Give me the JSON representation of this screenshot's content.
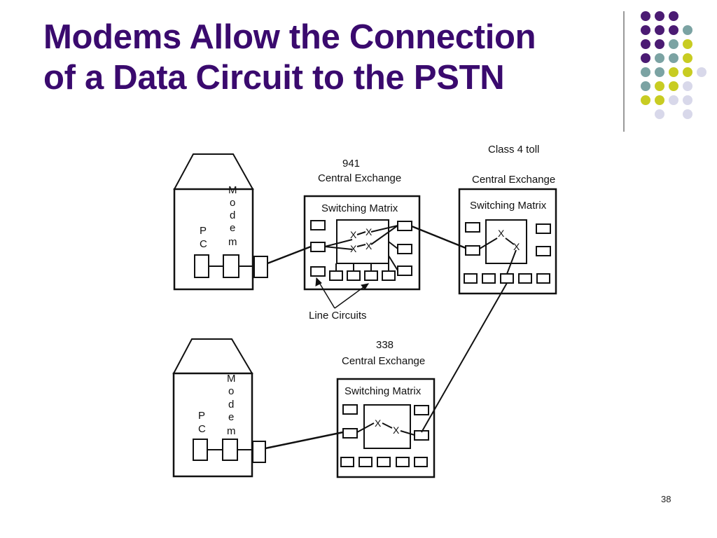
{
  "slide": {
    "title_line1": "Modems Allow the Connection",
    "title_line2": "of a Data Circuit to the PSTN",
    "page_number": "38"
  },
  "colors": {
    "title": "#3a0a6e",
    "dot_purple": "#4b1b73",
    "dot_teal": "#7ba3a3",
    "dot_yellow": "#c8cc22",
    "dot_lavender": "#d8d8ea"
  },
  "diagram": {
    "exchange_941_number": "941",
    "exchange_941_name": "Central Exchange",
    "toll_label": "Class 4 toll",
    "toll_name": "Central Exchange",
    "exchange_338_number": "338",
    "exchange_338_name": "Central Exchange",
    "switching_matrix": "Switching Matrix",
    "line_circuits": "Line Circuits",
    "pc_p": "P",
    "pc_c": "C",
    "modem_letters": [
      "M",
      "o",
      "d",
      "e",
      "m"
    ],
    "cross_mark": "X"
  }
}
